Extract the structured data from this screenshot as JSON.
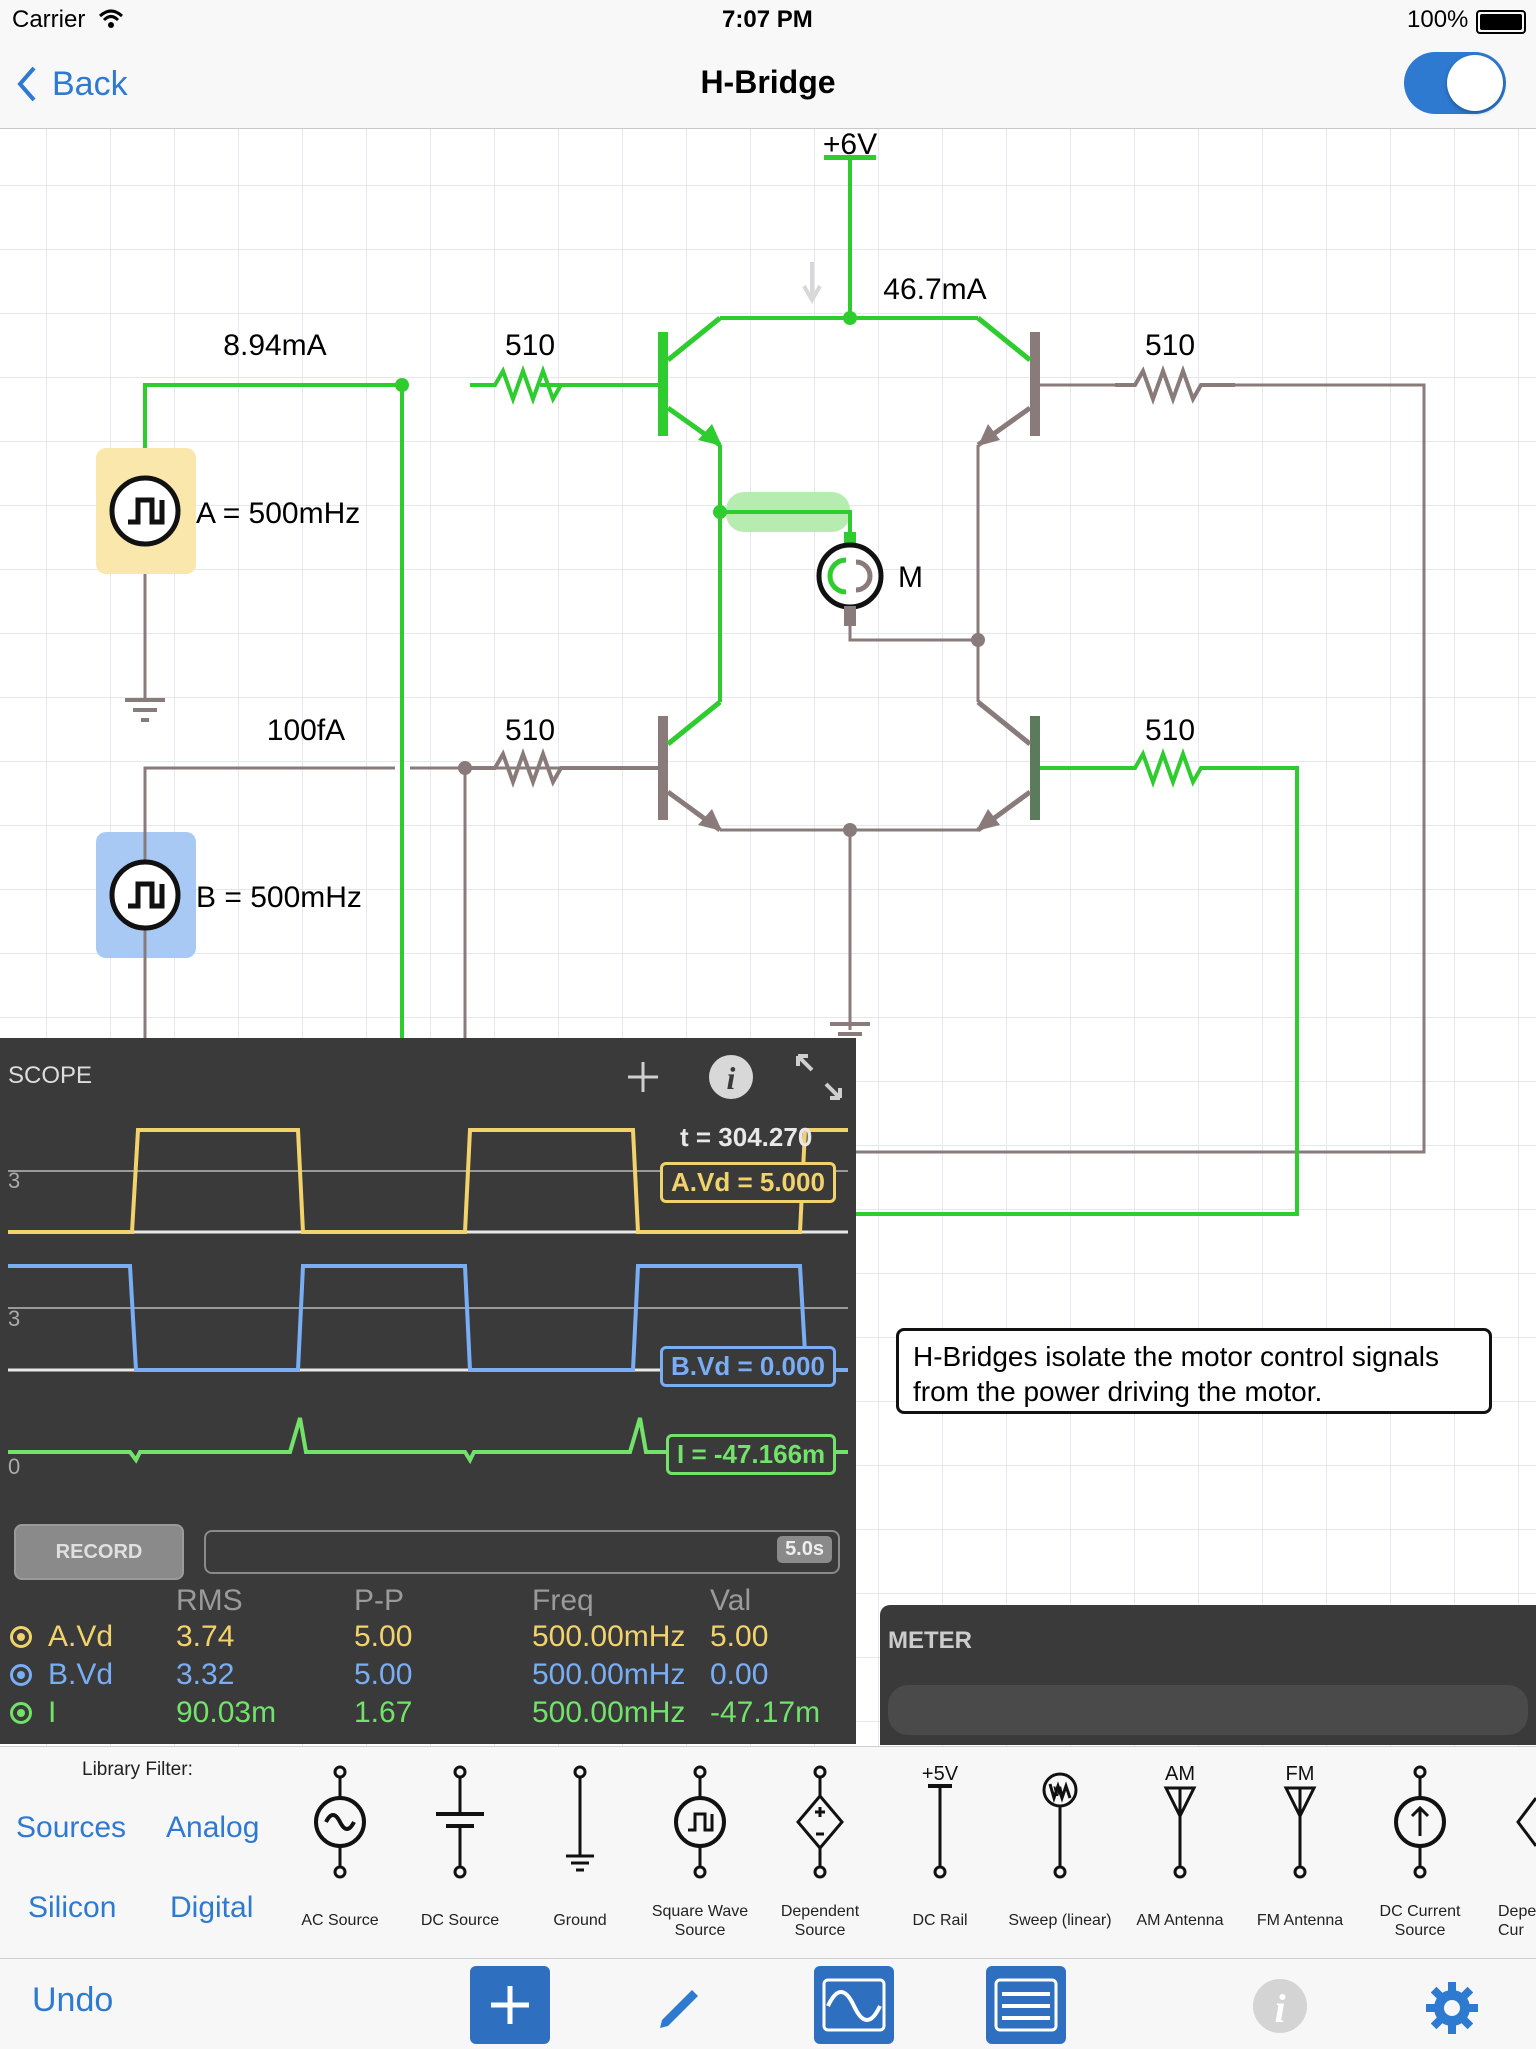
{
  "status": {
    "carrier": "Carrier",
    "time": "7:07 PM",
    "battery": "100%"
  },
  "nav": {
    "back": "Back",
    "title": "H-Bridge",
    "toggle_on": true
  },
  "circuit": {
    "supply": "+6V",
    "i_top": "46.7mA",
    "i_a": "8.94mA",
    "i_b": "100fA",
    "r1": "510",
    "r2": "510",
    "r3": "510",
    "r4": "510",
    "source_a": "A = 500mHz",
    "source_b": "B = 500mHz",
    "motor": "M",
    "note": "H-Bridges isolate the motor control signals from the power driving the motor."
  },
  "scope": {
    "title": "SCOPE",
    "time": "t = 304.270",
    "a_label": "A.Vd = 5.000",
    "b_label": "B.Vd = 0.000",
    "i_label": "I = -47.166m",
    "tick_a": "3",
    "tick_b": "3",
    "tick_i": "0",
    "record": "RECORD",
    "duration": "5.0s",
    "headers": {
      "rms": "RMS",
      "pp": "P-P",
      "freq": "Freq",
      "val": "Val"
    },
    "rows": [
      {
        "name": "A.Vd",
        "rms": "3.74",
        "pp": "5.00",
        "freq": "500.00mHz",
        "val": "5.00",
        "color": "#f2d36b"
      },
      {
        "name": "B.Vd",
        "rms": "3.32",
        "pp": "5.00",
        "freq": "500.00mHz",
        "val": "0.00",
        "color": "#79aef5"
      },
      {
        "name": "I",
        "rms": "90.03m",
        "pp": "1.67",
        "freq": "500.00mHz",
        "val": "-47.17m",
        "color": "#72e26b"
      }
    ]
  },
  "meter": {
    "title": "METER"
  },
  "library": {
    "filter_label": "Library Filter:",
    "filters": [
      "Sources",
      "Analog",
      "Silicon",
      "Digital"
    ],
    "items": [
      {
        "name": "AC Source",
        "icon": "ac-source-icon"
      },
      {
        "name": "DC Source",
        "icon": "dc-source-icon"
      },
      {
        "name": "Ground",
        "icon": "ground-icon"
      },
      {
        "name": "Square Wave Source",
        "icon": "square-wave-icon"
      },
      {
        "name": "Dependent Source",
        "icon": "dependent-source-icon"
      },
      {
        "name": "DC Rail",
        "icon": "dc-rail-icon",
        "tag": "+5V"
      },
      {
        "name": "Sweep (linear)",
        "icon": "sweep-icon"
      },
      {
        "name": "AM Antenna",
        "icon": "am-antenna-icon",
        "tag": "AM"
      },
      {
        "name": "FM Antenna",
        "icon": "fm-antenna-icon",
        "tag": "FM"
      },
      {
        "name": "DC Current Source",
        "icon": "current-source-icon"
      },
      {
        "name": "Depe Cur",
        "icon": "dependent-current-icon"
      }
    ]
  },
  "toolbar": {
    "undo": "Undo"
  },
  "colors": {
    "accent": "#2e7ad1",
    "wire_on": "#2ecc2e",
    "wire_off": "#8a7b7b",
    "scope_bg": "#3a3a3a"
  }
}
